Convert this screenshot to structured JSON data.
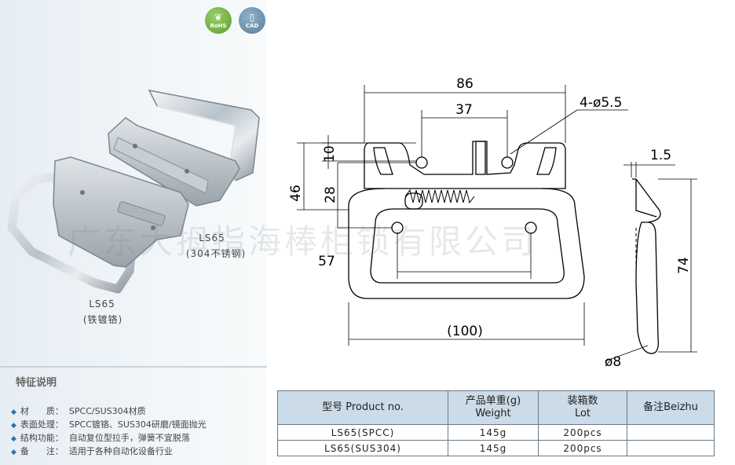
{
  "badges": {
    "rohs": "RoHS",
    "cad": "CAD"
  },
  "products": {
    "top_name": "LS65",
    "top_material": "(304不锈钢)",
    "bottom_name": "LS65",
    "bottom_material": "(铁镀铬)"
  },
  "features": {
    "title": "特征说明",
    "items": [
      {
        "key": "材　　质：",
        "value": "SPCC/SUS304材质"
      },
      {
        "key": "表面处理：",
        "value": "SPCC镀铬、SUS304研磨/镜面抛光"
      },
      {
        "key": "结构功能：",
        "value": "自动复位型拉手，弹簧不宜脱落"
      },
      {
        "key": "备　　注：",
        "value": "适用于各种自动化设备行业"
      }
    ]
  },
  "dimensions": {
    "overall_width": "86",
    "hole_spacing_top": "37",
    "holes": "4-ø5.5",
    "thickness": "1.5",
    "height_10": "10",
    "height_46": "46",
    "height_28": "28",
    "hole_spacing_bottom": "57",
    "handle_width": "(100)",
    "depth": "74",
    "rod_diameter": "ø8"
  },
  "watermark": "广东大拇指海棒柜锁有限公司",
  "table": {
    "headers": [
      "型号 Product no.",
      "产品单重(g)\nWeight",
      "装箱数\nLot",
      "备注Beizhu"
    ],
    "rows": [
      {
        "model": "LS65(SPCC)",
        "weight": "145g",
        "lot": "200pcs",
        "note": ""
      },
      {
        "model": "LS65(SUS304)",
        "weight": "145g",
        "lot": "200pcs",
        "note": ""
      }
    ]
  }
}
